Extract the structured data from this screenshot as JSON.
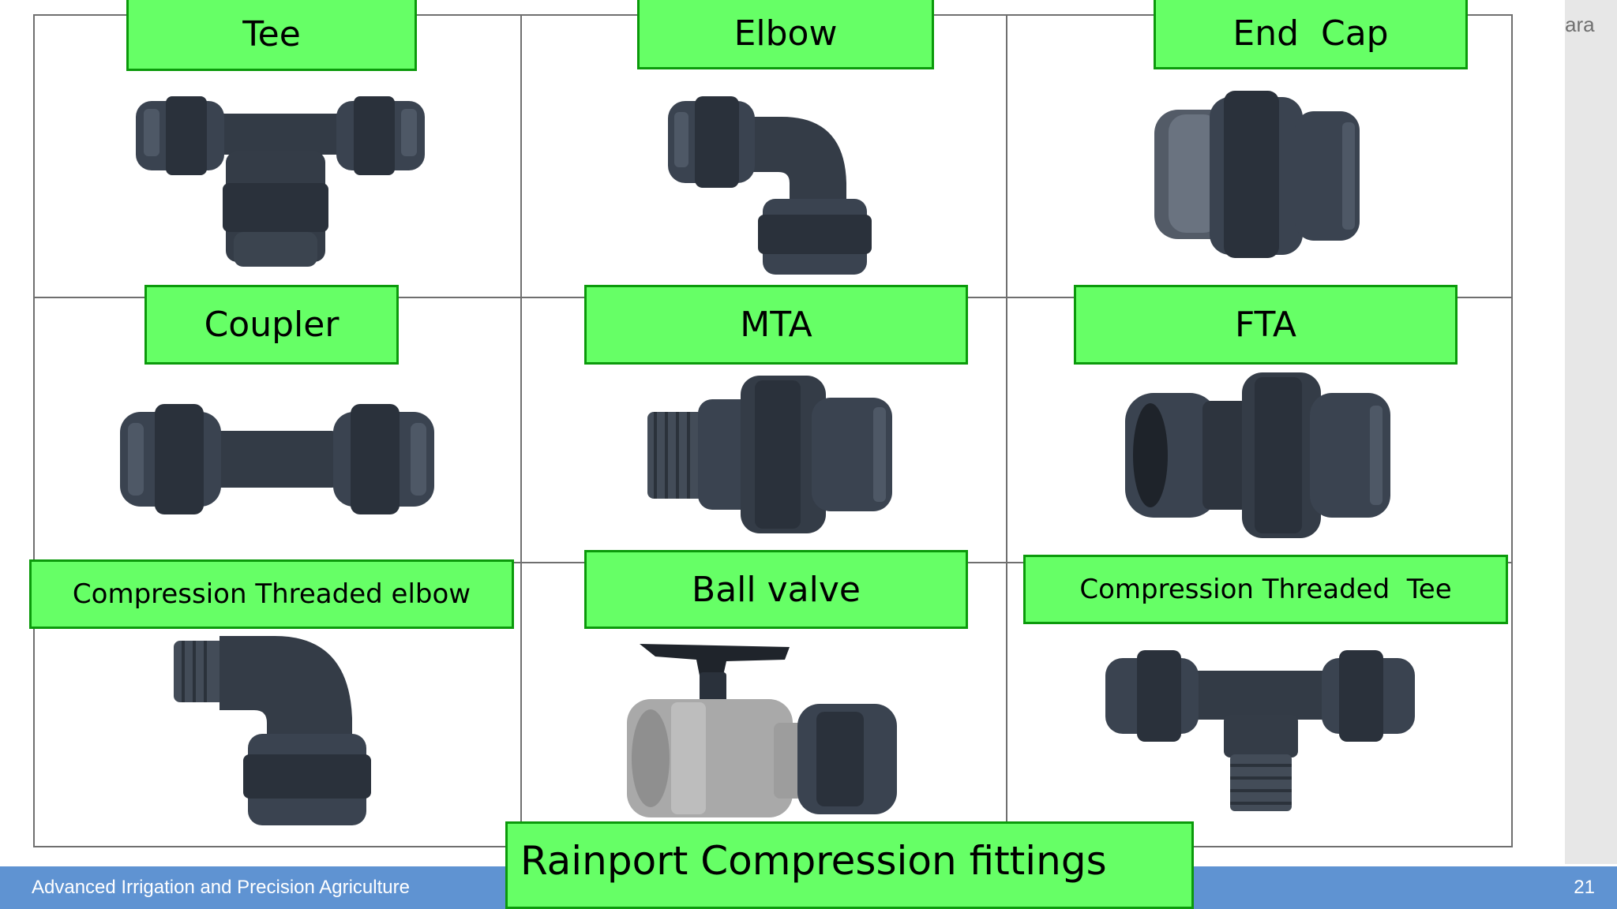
{
  "slide": {
    "title": "Rainport Compression fittings",
    "footer": "Advanced Irrigation and Precision Agriculture",
    "page_number": "21",
    "corner_text": "ara"
  },
  "fittings": [
    {
      "label": "Tee",
      "icon": "tee-fitting-icon"
    },
    {
      "label": "Elbow",
      "icon": "elbow-fitting-icon"
    },
    {
      "label": "End  Cap",
      "icon": "end-cap-fitting-icon"
    },
    {
      "label": "Coupler",
      "icon": "coupler-fitting-icon"
    },
    {
      "label": "MTA",
      "icon": "male-threaded-adapter-icon"
    },
    {
      "label": "FTA",
      "icon": "female-threaded-adapter-icon"
    },
    {
      "label": "Compression Threaded elbow",
      "icon": "compression-threaded-elbow-icon"
    },
    {
      "label": "Ball valve",
      "icon": "ball-valve-icon"
    },
    {
      "label": "Compression Threaded  Tee",
      "icon": "compression-threaded-tee-icon"
    }
  ],
  "colors": {
    "label_fill": "#66ff66",
    "label_border": "#0b9a0b",
    "fitting_body": "#3a4350",
    "valve_body": "#a9a9a9",
    "footer_bar": "#5f93d2"
  }
}
